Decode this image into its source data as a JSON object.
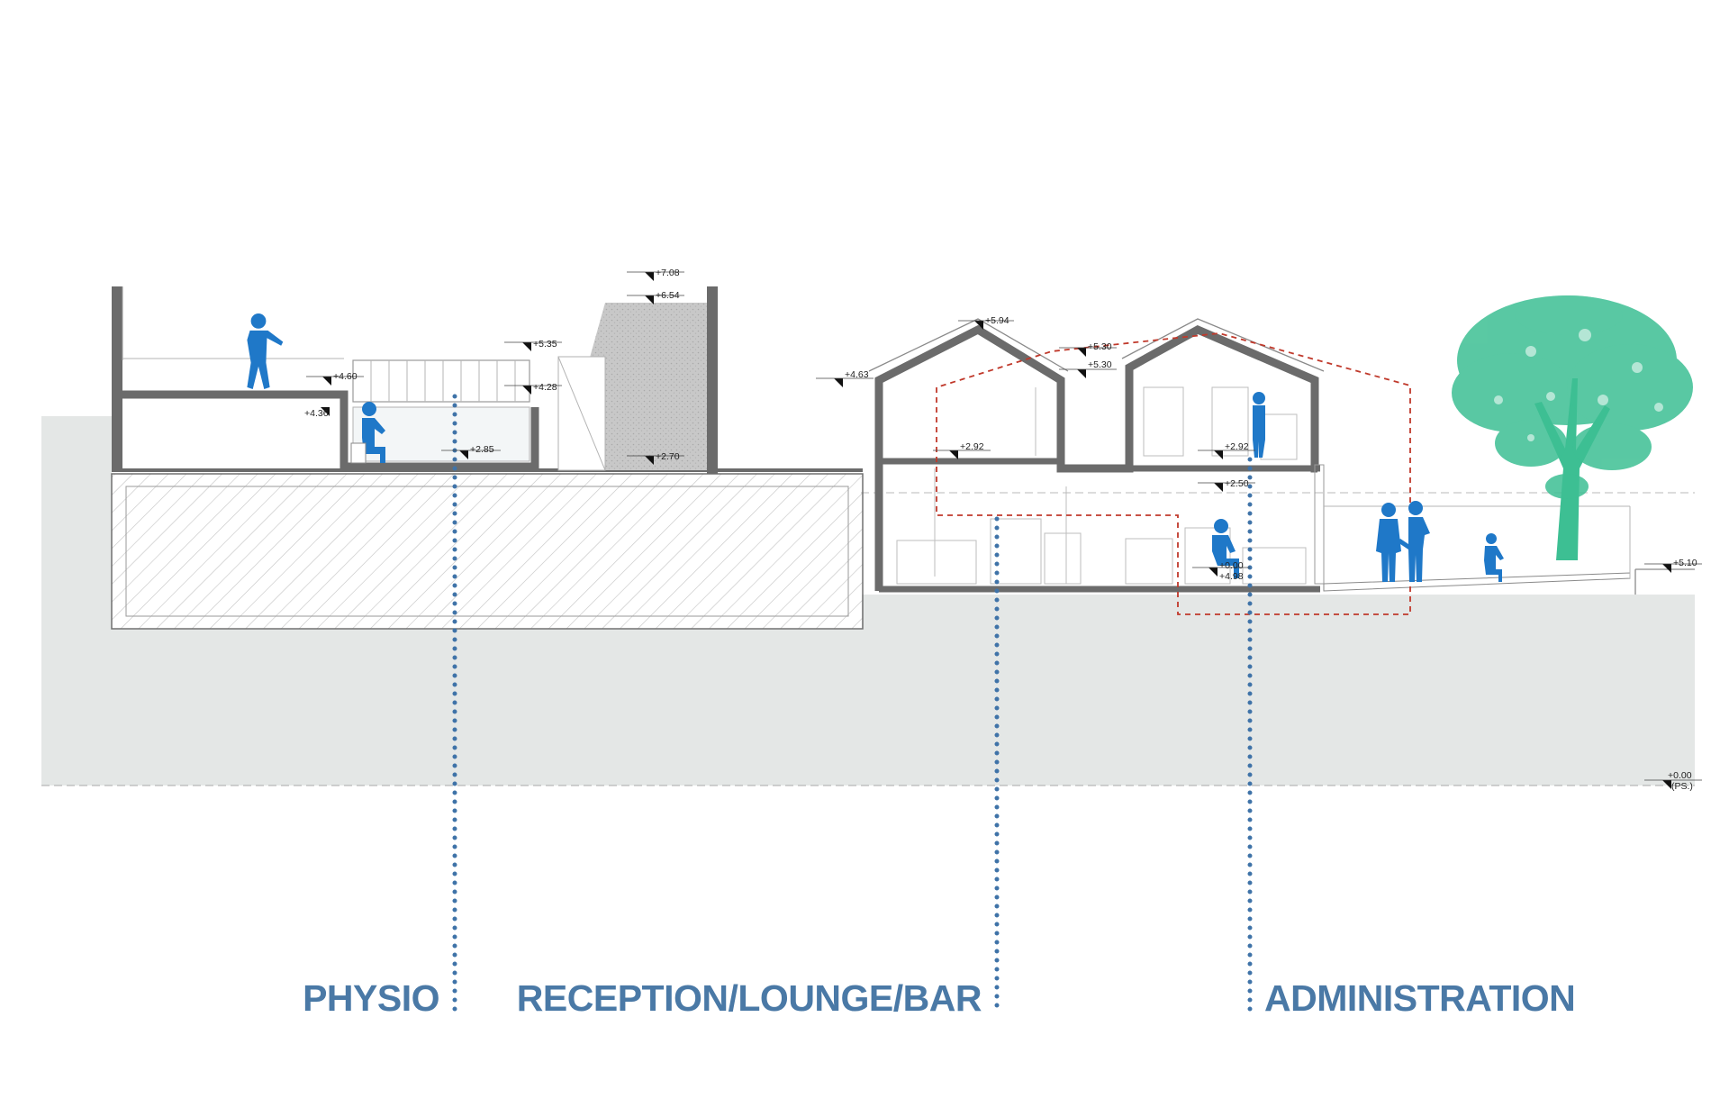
{
  "zones": [
    "PHYSIO",
    "RECEPTION/LOUNGE/BAR",
    "ADMINISTRATION"
  ],
  "elevations": {
    "e708": "+7.08",
    "e654": "+6.54",
    "e535": "+5.35",
    "e460": "+4.60",
    "e436": "+4.36",
    "e428": "+4.28",
    "e285": "+2.85",
    "e270": "+2.70",
    "e594": "+5.94",
    "e530a": "+5.30",
    "e530b": "+5.30",
    "e463": "+4.63",
    "e292a": "+2.92",
    "e292b": "+2.92",
    "e250": "+2.50",
    "e000": "+0.00",
    "e498": "+4.98",
    "e510": "+5.10",
    "e000ps": "+0.00",
    "ps": "(PS.)"
  },
  "colors": {
    "zone_label": "#4a79a6",
    "people": "#1f78c8",
    "tree": "#3dbf93",
    "dashed_outline": "#c0392b",
    "ground": "#e4e7e6"
  },
  "icons": [
    "person-icon",
    "tree-icon",
    "elevation-marker-icon"
  ]
}
